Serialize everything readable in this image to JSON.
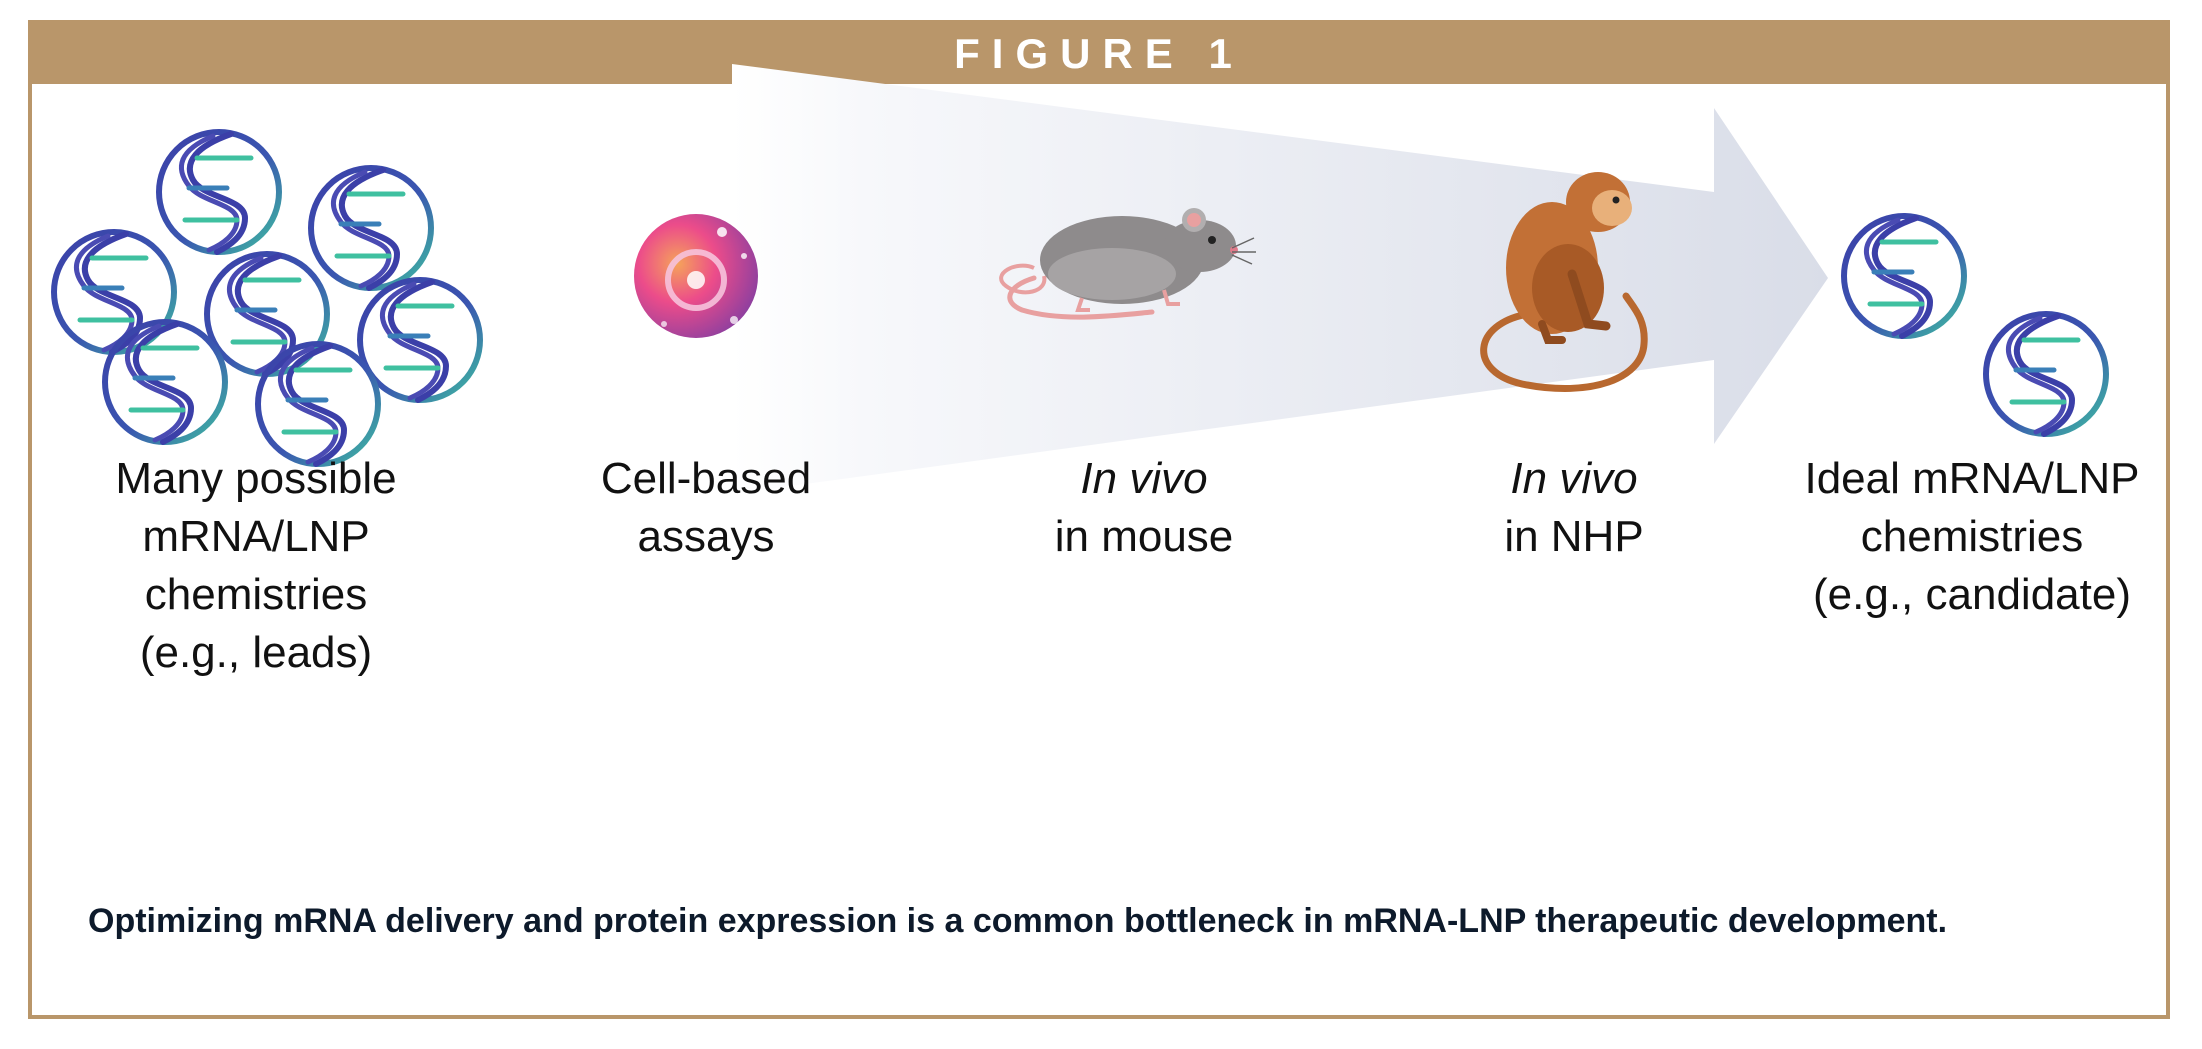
{
  "figure": {
    "title": "FIGURE 1",
    "frame_color": "#b9966a",
    "arrow_color": "#d9dde8",
    "molecule_ring_colors": [
      "#3b3fa8",
      "#3fc0a0"
    ]
  },
  "stages": [
    {
      "id": "leads",
      "icon": "molecule-cluster-icon",
      "lines": [
        "Many possible",
        "mRNA/LNP",
        "chemistries",
        "(e.g., leads)"
      ]
    },
    {
      "id": "cell",
      "icon": "cell-icon",
      "lines": [
        "Cell-based",
        "assays"
      ]
    },
    {
      "id": "mouse",
      "icon": "mouse-icon",
      "line1_italic": "In vivo",
      "line2": "in mouse"
    },
    {
      "id": "nhp",
      "icon": "monkey-icon",
      "line1_italic": "In vivo",
      "line2": "in NHP"
    },
    {
      "id": "ideal",
      "icon": "molecule-pair-icon",
      "lines": [
        "Ideal mRNA/LNP",
        "chemistries",
        "(e.g., candidate)"
      ]
    }
  ],
  "caption": "Optimizing mRNA delivery and protein expression is a common bottleneck in mRNA-LNP therapeutic development."
}
